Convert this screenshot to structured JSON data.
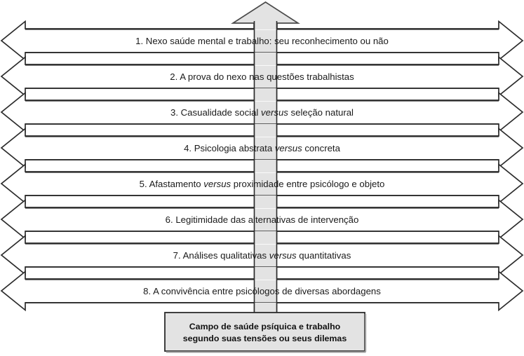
{
  "figure": {
    "kind": "tension-axes-diagram",
    "language": "pt-BR",
    "colors": {
      "stroke_dark": "#2b2b2b",
      "stroke_mid": "#6e6e6e",
      "fill_white": "#ffffff",
      "fill_gray": "#e3e3e3",
      "text": "#1a1a1a",
      "background": "#ffffff"
    },
    "vertical_arrow": {
      "name": "upward-arrow",
      "direction": "up",
      "fill": "#e3e3e3"
    },
    "axes": [
      {
        "number": "1.",
        "text_before": "1. Nexo saúde mental e trabalho: seu reconhecimento ou não",
        "emphasis": "",
        "text_after": "",
        "full": "1. Nexo saúde mental e trabalho: seu reconhecimento ou não"
      },
      {
        "number": "2.",
        "text_before": "2. A prova do nexo nas questões trabalhistas",
        "emphasis": "",
        "text_after": "",
        "full": "2. A prova do nexo nas questões trabalhistas"
      },
      {
        "number": "3.",
        "text_before": "3. Casualidade social ",
        "emphasis": "versus",
        "text_after": " seleção natural",
        "full": "3. Casualidade social versus seleção natural"
      },
      {
        "number": "4.",
        "text_before": "4. Psicologia abstrata ",
        "emphasis": "versus",
        "text_after": " concreta",
        "full": "4. Psicologia abstrata versus concreta"
      },
      {
        "number": "5.",
        "text_before": "5. Afastamento ",
        "emphasis": "versus",
        "text_after": " proximidade entre psicólogo e objeto",
        "full": "5. Afastamento versus proximidade entre psicólogo e objeto"
      },
      {
        "number": "6.",
        "text_before": "6. Legitimidade das alternativas de intervenção",
        "emphasis": "",
        "text_after": "",
        "full": "6. Legitimidade das alternativas de intervenção"
      },
      {
        "number": "7.",
        "text_before": "7. Análises qualitativas ",
        "emphasis": "versus",
        "text_after": " quantitativas",
        "full": "7. Análises qualitativas versus quantitativas"
      },
      {
        "number": "8.",
        "text_before": "8. A convivência entre psicólogos de diversas abordagens",
        "emphasis": "",
        "text_after": "",
        "full": "8. A convivência entre psicólogos de diversas abordagens"
      }
    ],
    "bottom_box": {
      "name": "field-summary-box",
      "line1": "Campo de saúde psíquica e trabalho",
      "line2": "segundo suas tensões ou seus dilemas"
    }
  }
}
